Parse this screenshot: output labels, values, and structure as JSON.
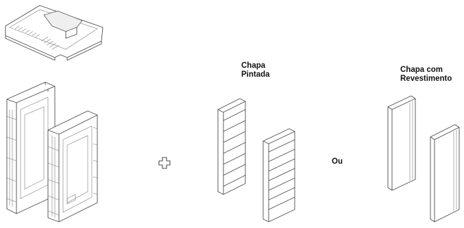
{
  "labels": {
    "painted_title_line1": "Chapa",
    "painted_title_line2": "Pintada",
    "or_text": "Ou",
    "coated_title_line1": "Chapa com",
    "coated_title_line2": "Revestimento"
  },
  "icons": {
    "plus": "plus-outline-icon"
  },
  "colors": {
    "line": "#4a4a4a",
    "background": "#ffffff"
  }
}
